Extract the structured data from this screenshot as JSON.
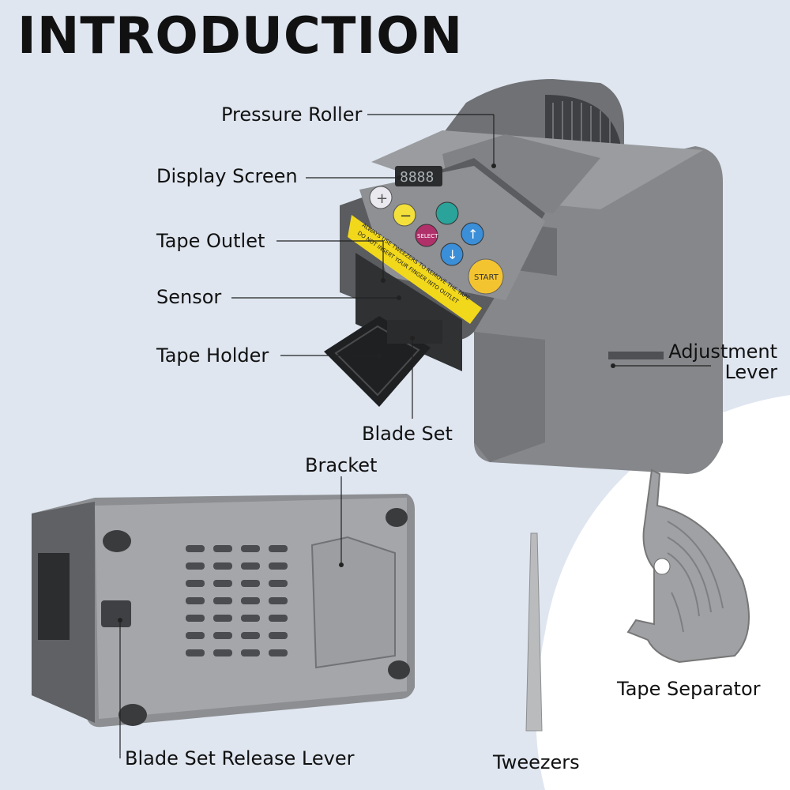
{
  "title": "INTRODUCTION",
  "labels": {
    "pressure_roller": "Pressure Roller",
    "display_screen": "Display Screen",
    "tape_outlet": "Tape Outlet",
    "sensor": "Sensor",
    "tape_holder": "Tape Holder",
    "adjustment_lever_1": "Adjustment",
    "adjustment_lever_2": "Lever",
    "blade_set": "Blade Set",
    "bracket": "Bracket",
    "blade_set_release_lever": "Blade Set Release Lever",
    "tweezers": "Tweezers",
    "tape_separator": "Tape Separator"
  },
  "panel": {
    "display": "8888",
    "warning_line_1": "ALWAYS USE TWEEZERS TO REMOVE THE TAPE",
    "warning_line_2": "DO NOT INSERT YOUR FINGER INTO OUTLET",
    "select": "SELECT",
    "start": "START",
    "plus": "+",
    "minus": "−",
    "up": "↑",
    "down": "↓"
  },
  "colors": {
    "background": "#dfe6f0",
    "machine": "#7d7f82",
    "warning": "#f2d81a",
    "start_button": "#f4c430"
  }
}
